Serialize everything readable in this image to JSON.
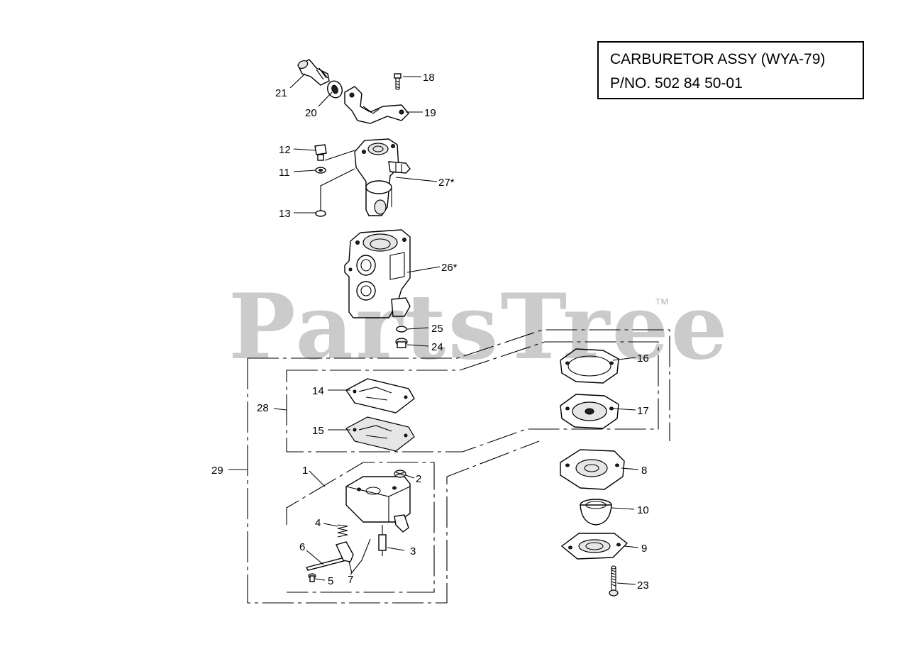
{
  "title": {
    "line1": "CARBURETOR ASSY (WYA-79)",
    "line2": "P/NO. 502 84 50-01"
  },
  "watermark": {
    "text": "PartsTree",
    "tm": "™"
  },
  "callouts": [
    {
      "n": "21"
    },
    {
      "n": "20"
    },
    {
      "n": "18"
    },
    {
      "n": "19"
    },
    {
      "n": "12"
    },
    {
      "n": "11"
    },
    {
      "n": "27*"
    },
    {
      "n": "13"
    },
    {
      "n": "26*"
    },
    {
      "n": "25"
    },
    {
      "n": "24"
    },
    {
      "n": "16"
    },
    {
      "n": "14"
    },
    {
      "n": "28"
    },
    {
      "n": "17"
    },
    {
      "n": "15"
    },
    {
      "n": "29"
    },
    {
      "n": "1"
    },
    {
      "n": "2"
    },
    {
      "n": "8"
    },
    {
      "n": "10"
    },
    {
      "n": "4"
    },
    {
      "n": "3"
    },
    {
      "n": "6"
    },
    {
      "n": "9"
    },
    {
      "n": "7"
    },
    {
      "n": "5"
    },
    {
      "n": "23"
    }
  ]
}
